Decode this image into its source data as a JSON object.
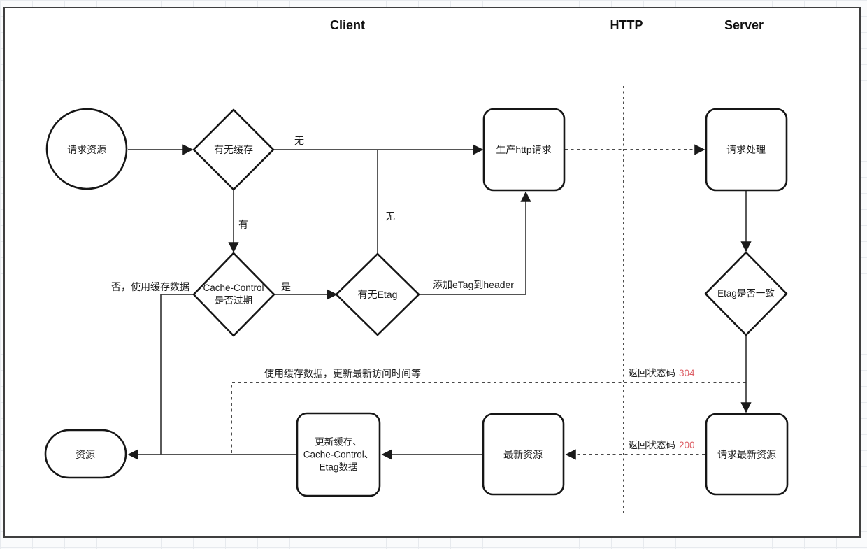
{
  "headers": {
    "client": "Client",
    "http": "HTTP",
    "server": "Server"
  },
  "nodes": {
    "start": "请求资源",
    "has_cache": "有无缓存",
    "generate_request": "生产http请求",
    "server_process": "请求处理",
    "cache_control": "Cache-Control\n是否过期",
    "has_etag": "有无Etag",
    "etag_match": "Etag是否一致",
    "request_latest": "请求最新资源",
    "latest_resource": "最新资源",
    "update_cache": "更新缓存、\nCache-Control、\nEtag数据",
    "resource": "资源"
  },
  "edge_labels": {
    "no_cache": "无",
    "no_etag": "无",
    "has_cache_yes": "有",
    "expired_yes": "是",
    "not_expired_use_cache": "否，使用缓存数据",
    "add_etag_header": "添加eTag到header",
    "use_cache_update_note": "使用缓存数据，更新最新访问时间等",
    "status_304_text": "返回状态码",
    "status_304_code": "304",
    "status_200_text": "返回状态码",
    "status_200_code": "200"
  },
  "colors": {
    "status_code_red": "#dd5f66",
    "shape_stroke": "#161616",
    "line_stroke": "#3d3d3d",
    "canvas_border": "#3f3f3f"
  }
}
